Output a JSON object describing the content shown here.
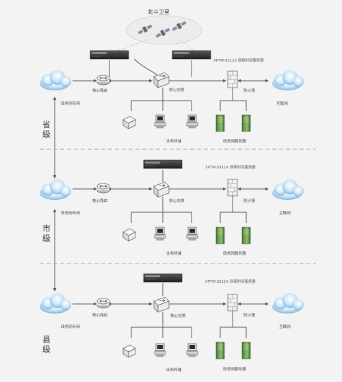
{
  "satellite": "北斗卫星",
  "tiers": [
    {
      "level": "省级",
      "server": "XPTM-S511X 网络时间服务器",
      "router": "核心路由",
      "gov_net": "政务网专网",
      "switch": "核心交换",
      "firewall": "防火墙",
      "internet": "互联网",
      "terminals": "业务终端",
      "gov_servers": "政务网服务器"
    },
    {
      "level": "市级",
      "server": "XPTM-S511X 网络时间服务器",
      "router": "核心路由",
      "gov_net": "政务网专网",
      "switch": "核心交换",
      "firewall": "防火墙",
      "internet": "互联网",
      "terminals": "业务终端",
      "gov_servers": "政务网服务器"
    },
    {
      "level": "县级",
      "server": "XPTM-S511X 网络时间服务器",
      "router": "核心路由",
      "gov_net": "政务网专网",
      "switch": "核心交换",
      "firewall": "防火墙",
      "internet": "互联网",
      "terminals": "业务终端",
      "gov_servers": "政务网服务器"
    }
  ]
}
